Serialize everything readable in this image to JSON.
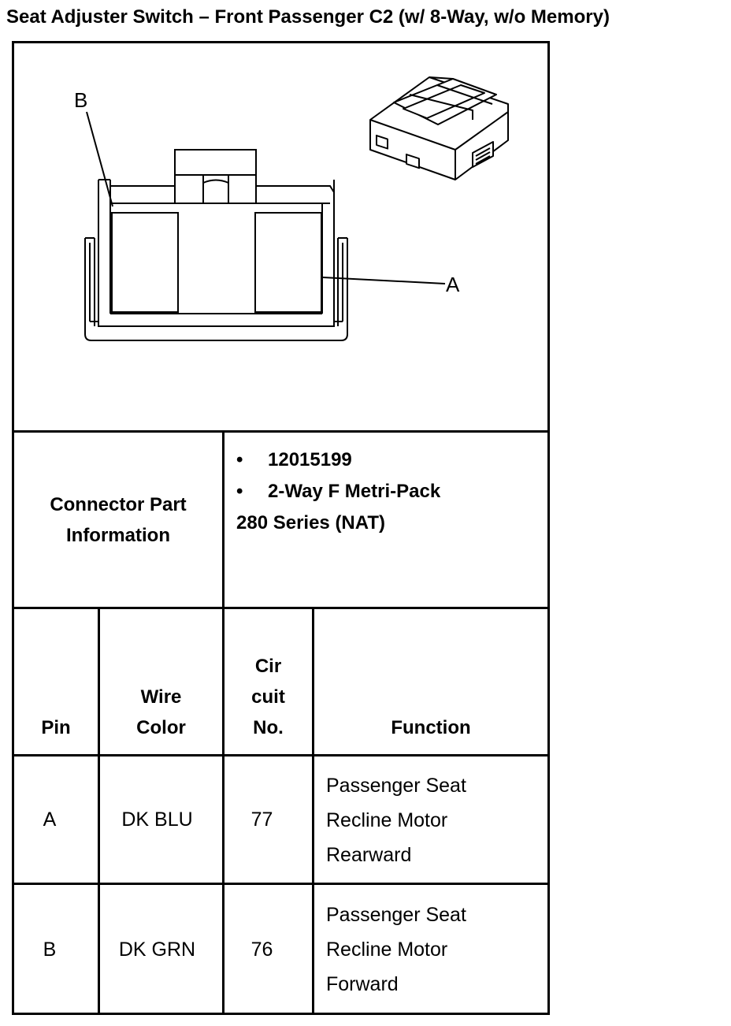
{
  "title": "Seat Adjuster Switch – Front Passenger C2 (w/ 8-Way, w/o Memory)",
  "diagram": {
    "label_a": "A",
    "label_b": "B"
  },
  "connector_info": {
    "label_line1": "Connector Part",
    "label_line2": "Information",
    "bullet_symbol": "•",
    "part_number": "12015199",
    "description_line1": "2-Way F Metri-Pack",
    "description_line2": "280 Series (NAT)"
  },
  "table": {
    "headers": {
      "pin": "Pin",
      "wire_line1": "Wire",
      "wire_line2": "Color",
      "circuit_line1": "Cir",
      "circuit_line2": "cuit",
      "circuit_line3": "No.",
      "function": "Function"
    },
    "rows": [
      {
        "pin": "A",
        "wire_color": "DK BLU",
        "circuit": "77",
        "function": [
          "Passenger Seat",
          "Recline Motor",
          "Rearward"
        ]
      },
      {
        "pin": "B",
        "wire_color": "DK GRN",
        "circuit": "76",
        "function": [
          "Passenger Seat",
          "Recline Motor",
          "Forward"
        ]
      }
    ]
  }
}
